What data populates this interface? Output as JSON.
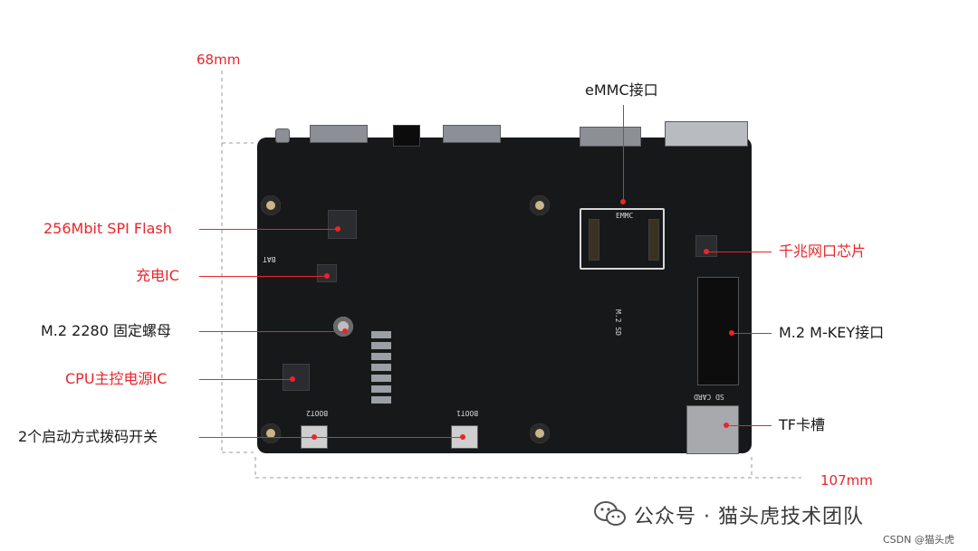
{
  "dimensions": {
    "height": "68mm",
    "width": "107mm"
  },
  "labels_left": {
    "spi_flash": "256Mbit SPI Flash",
    "charge_ic": "充电IC",
    "m2_nut": "M.2 2280 固定螺母",
    "cpu_power_ic": "CPU主控电源IC",
    "boot_switch": "2个启动方式拨码开关"
  },
  "labels_right": {
    "emmc": "eMMC接口",
    "gigabit_phy": "千兆网口芯片",
    "m2_mkey": "M.2 M-KEY接口",
    "tf_slot": "TF卡槽"
  },
  "silkscreen": {
    "emmc": "EMMC",
    "boot2": "BOOT2",
    "boot1": "BOOT1",
    "sd_card": "SD CARD",
    "m2_sd": "M.2 SD",
    "bat": "BAT"
  },
  "watermark": "公众号 · 猫头虎技术团队",
  "csdn_credit": "CSDN @猫头虎",
  "colors": {
    "accent": "#e8262a",
    "board": "#17181a"
  }
}
